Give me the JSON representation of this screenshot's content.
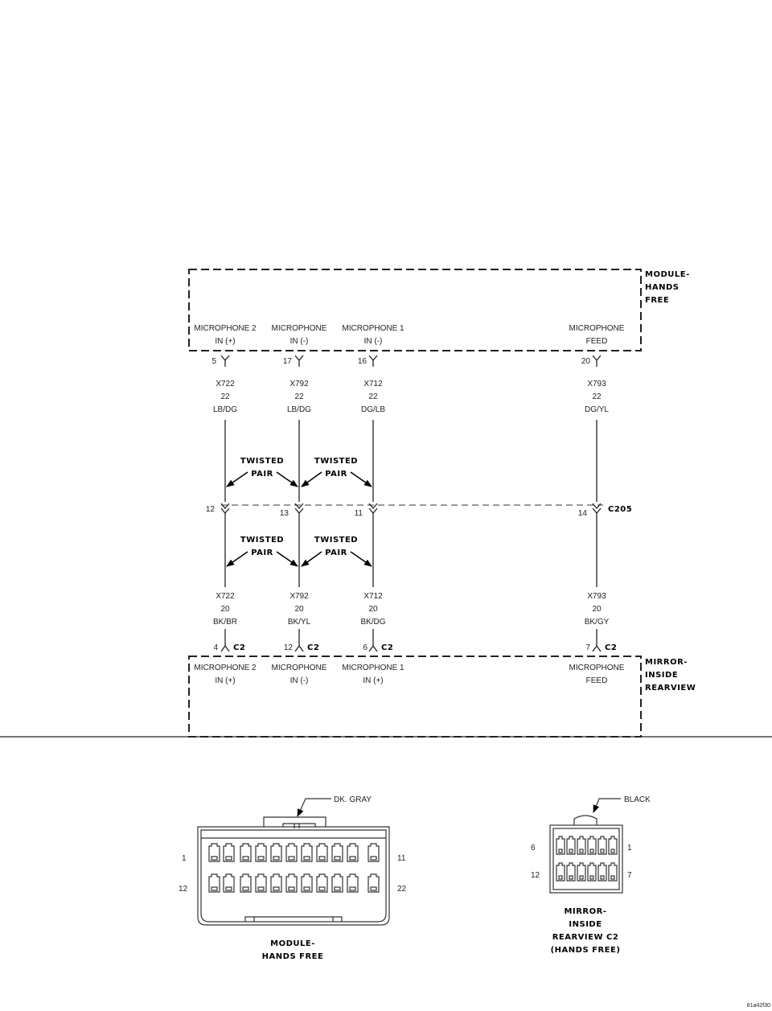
{
  "module_top": {
    "name_lines": [
      "MODULE-",
      "HANDS",
      "FREE"
    ],
    "pins": [
      {
        "desc": [
          "MICROPHONE 2",
          "IN (+)"
        ],
        "pin": "5",
        "wire": "X722",
        "gauge": "22",
        "color": "LB/DG"
      },
      {
        "desc": [
          "MICROPHONE",
          "IN (-)"
        ],
        "pin": "17",
        "wire": "X792",
        "gauge": "22",
        "color": "LB/DG"
      },
      {
        "desc": [
          "MICROPHONE 1",
          "IN (-)"
        ],
        "pin": "16",
        "wire": "X712",
        "gauge": "22",
        "color": "DG/LB"
      },
      {
        "desc": [
          "MICROPHONE",
          "FEED"
        ],
        "pin": "20",
        "wire": "X793",
        "gauge": "22",
        "color": "DG/YL"
      }
    ]
  },
  "twisted_pair_label": [
    "TWISTED",
    "PAIR"
  ],
  "inline_connector": {
    "name": "C205",
    "pins": [
      "12",
      "13",
      "11",
      "14"
    ]
  },
  "module_bottom": {
    "name_lines": [
      "MIRROR-",
      "INSIDE",
      "REARVIEW"
    ],
    "connector": "C2",
    "pins": [
      {
        "desc": [
          "MICROPHONE 2",
          "IN (+)"
        ],
        "pin": "4",
        "wire": "X722",
        "gauge": "20",
        "color": "BK/BR"
      },
      {
        "desc": [
          "MICROPHONE",
          "IN (-)"
        ],
        "pin": "12",
        "wire": "X792",
        "gauge": "20",
        "color": "BK/YL"
      },
      {
        "desc": [
          "MICROPHONE 1",
          "IN (+)"
        ],
        "pin": "6",
        "wire": "X712",
        "gauge": "20",
        "color": "BK/DG"
      },
      {
        "desc": [
          "MICROPHONE",
          "FEED"
        ],
        "pin": "7",
        "wire": "X793",
        "gauge": "20",
        "color": "BK/GY"
      }
    ]
  },
  "connector_views": {
    "hands_free": {
      "color_label": "DK. GRAY",
      "pin_labels": [
        "1",
        "11",
        "12",
        "22"
      ],
      "caption": [
        "MODULE-",
        "HANDS FREE"
      ]
    },
    "mirror": {
      "color_label": "BLACK",
      "pin_labels": [
        "6",
        "1",
        "12",
        "7"
      ],
      "caption": [
        "MIRROR-",
        "INSIDE",
        "REARVIEW C2",
        "(HANDS FREE)"
      ]
    }
  },
  "figure_id": "81a42f30"
}
